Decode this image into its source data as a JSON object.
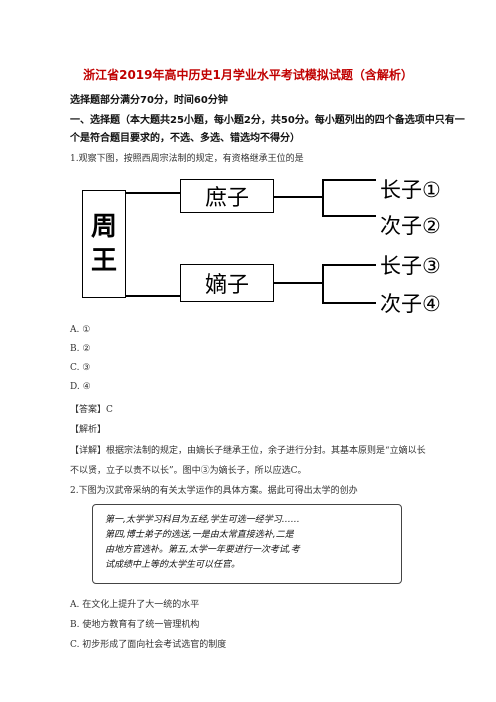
{
  "doc": {
    "title": "浙江省2019年高中历史1月学业水平考试模拟试题（含解析）",
    "subheader": "选择题部分满分70分，时间60分钟",
    "section_line1": "一、选择题（本大题共25小题，每小题2分，共50分。每小题列出的四个备选项中只有一",
    "section_line2": "个是符合题目要求的，不选、多选、错选均不得分）"
  },
  "q1": {
    "stem": "1.观察下图，按照西周宗法制的规定，有资格继承王位的是",
    "diagram": {
      "king_char1": "周",
      "king_char2": "王",
      "box_top": "庶子",
      "box_bottom": "嫡子",
      "kids": [
        "长子①",
        "次子②",
        "长子③",
        "次子④"
      ]
    },
    "options": [
      "A. ①",
      "B. ②",
      "C. ③",
      "D. ④"
    ],
    "answer": "【答案】C",
    "analysis_label": "【解析】",
    "detail_line1": "【详解】根据宗法制的规定，由嫡长子继承王位，余子进行分封。其基本原则是“立嫡以长",
    "detail_line2": "不以贤，立子以贵不以长”。图中③为嫡长子，所以应选C。"
  },
  "q2": {
    "stem": "2.下图为汉武帝采纳的有关太学运作的具体方案。据此可得出太学的创办",
    "scroll_line1": "第一,太学学习科目为五经,学生可选一经学习……",
    "scroll_line2": "第四,博士弟子的选送,一是由太常直接选补,二是",
    "scroll_line3": "由地方官选补。第五,太学一年要进行一次考试,考",
    "scroll_line4": "试成绩中上等的太学生可以任官。",
    "options": [
      "A. 在文化上提升了大一统的水平",
      "B. 使地方教育有了统一管理机构",
      "C. 初步形成了面向社会考试选官的制度"
    ]
  }
}
